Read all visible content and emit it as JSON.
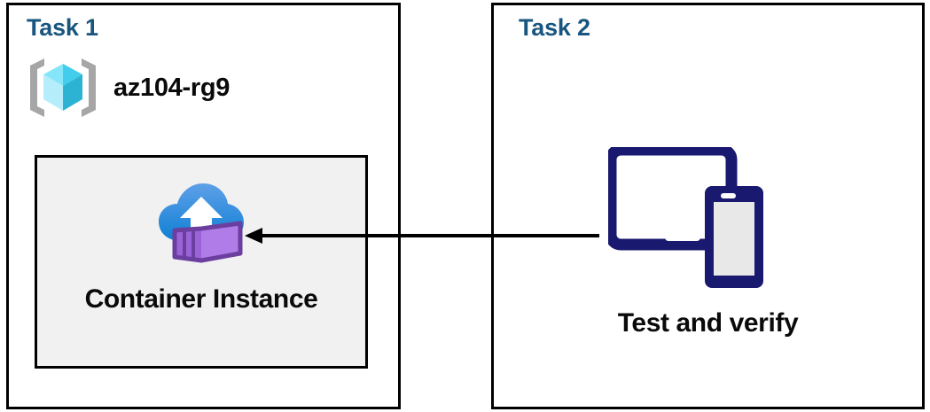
{
  "diagram": {
    "title": "Azure Container Instance task diagram",
    "background": "#ffffff",
    "heading_color": "#18557f",
    "border_color": "#000000",
    "panel_fill": "#f1f1f1"
  },
  "panels": [
    {
      "id": "task1",
      "heading": "Task 1",
      "resource_group": {
        "label": "az104-rg9",
        "icon": "azure-resource-group-icon",
        "colors": {
          "bracket": "#a6a6a6",
          "cube_top_left": "#84e6f8",
          "cube_top_right": "#41cdeb",
          "cube_bottom_left": "#b6edfa",
          "cube_bottom_right": "#2cb2d2"
        }
      },
      "resource": {
        "label": "Container Instance",
        "icon": "azure-container-instance-icon",
        "colors": {
          "cloud_top": "#5ea0e8",
          "cloud_bottom": "#0f7fd4",
          "arrow": "#ffffff",
          "box_light": "#b07ce8",
          "box_outline": "#6b3fa0",
          "box_side": "#9a63d6"
        }
      }
    },
    {
      "id": "task2",
      "heading": "Task 2",
      "resource": {
        "label": "Test and verify",
        "icon": "tablet-and-phone-icon",
        "colors": {
          "device_navy": "#191970",
          "phone_screen": "#e8e8e8",
          "tablet_screen": "#ffffff"
        }
      }
    }
  ],
  "connector": {
    "name": "flow-arrow",
    "direction": "right-to-left",
    "from": "Test and verify",
    "to": "Container Instance",
    "color": "#000000"
  }
}
